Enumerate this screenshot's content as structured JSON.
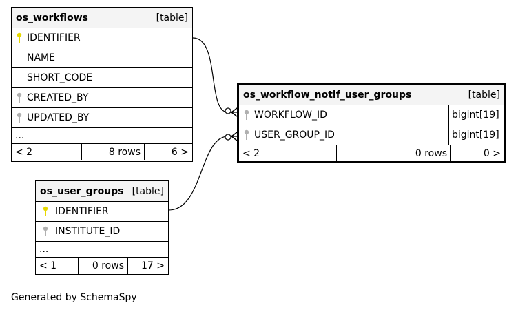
{
  "tables": {
    "os_workflows": {
      "name": "os_workflows",
      "kind": "[table]",
      "columns": [
        {
          "name": "IDENTIFIER",
          "key": "primary-key-icon"
        },
        {
          "name": "NAME",
          "key": ""
        },
        {
          "name": "SHORT_CODE",
          "key": ""
        },
        {
          "name": "CREATED_BY",
          "key": "foreign-key-icon"
        },
        {
          "name": "UPDATED_BY",
          "key": "foreign-key-icon"
        }
      ],
      "ellipsis": "...",
      "footer": {
        "parents": "< 2",
        "rows": "8 rows",
        "children": "6 >"
      }
    },
    "os_workflow_notif_user_groups": {
      "name": "os_workflow_notif_user_groups",
      "kind": "[table]",
      "columns": [
        {
          "name": "WORKFLOW_ID",
          "type": "bigint[19]",
          "key": "foreign-key-icon"
        },
        {
          "name": "USER_GROUP_ID",
          "type": "bigint[19]",
          "key": "foreign-key-icon"
        }
      ],
      "footer": {
        "parents": "< 2",
        "rows": "0 rows",
        "children": "0 >"
      }
    },
    "os_user_groups": {
      "name": "os_user_groups",
      "kind": "[table]",
      "columns": [
        {
          "name": "IDENTIFIER",
          "key": "primary-key-icon"
        },
        {
          "name": "INSTITUTE_ID",
          "key": "foreign-key-icon"
        }
      ],
      "ellipsis": "...",
      "footer": {
        "parents": "< 1",
        "rows": "0 rows",
        "children": "17 >"
      }
    }
  },
  "colors": {
    "primary_key": "#e6d800",
    "foreign_key": "#b0b0b0",
    "header_bg": "#f4f4f4"
  },
  "generated_by": "Generated by SchemaSpy"
}
